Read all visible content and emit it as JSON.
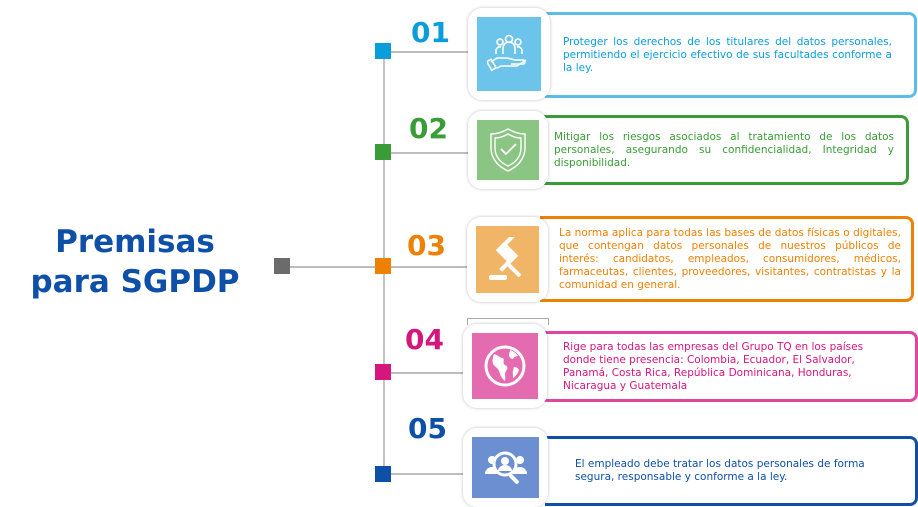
{
  "title": {
    "line1": "Premisas",
    "line2": "para SGPDP"
  },
  "colors": {
    "title": "#0e4fa8",
    "root_node": "#6b6b6b",
    "connector": "#c4c4c4"
  },
  "items": [
    {
      "number": "01",
      "icon": "people-in-hand-icon",
      "color": "#0a9ddb",
      "icon_bg": "#6cc4ea",
      "text": "Proteger los derechos de los titulares del datos personales, permitiendo el ejercicio efectivo de sus facultades conforme a la ley."
    },
    {
      "number": "02",
      "icon": "shield-check-icon",
      "color": "#3a9c36",
      "icon_bg": "#8bc584",
      "text": "Mitigar los riesgos asociados al tratamiento de los datos personales, asegurando su confidencialidad, Integridad y disponibilidad."
    },
    {
      "number": "03",
      "icon": "gavel-icon",
      "color": "#ee8104",
      "icon_bg": "#f1b567",
      "text": "La norma aplica para todas las bases de datos físicas o digitales, que contengan datos personales de nuestros públicos de interés: candidatos, empleados, consumidores, médicos, farmaceutas, clientes, proveedores, visitantes, contratistas y la comunidad en general."
    },
    {
      "number": "04",
      "icon": "globe-icon",
      "color": "#d6157d",
      "icon_bg": "#e46bb0",
      "text": "Rige para todas las empresas del Grupo TQ en los países donde tiene presencia: Colombia, Ecuador, El Salvador, Panamá, Costa Rica, República Dominicana, Honduras, Nicaragua y Guatemala"
    },
    {
      "number": "05",
      "icon": "people-search-icon",
      "color": "#0e4fa8",
      "icon_bg": "#6b8fd1",
      "text": "El empleado debe tratar los datos personales de forma segura, responsable y conforme a la ley."
    }
  ]
}
